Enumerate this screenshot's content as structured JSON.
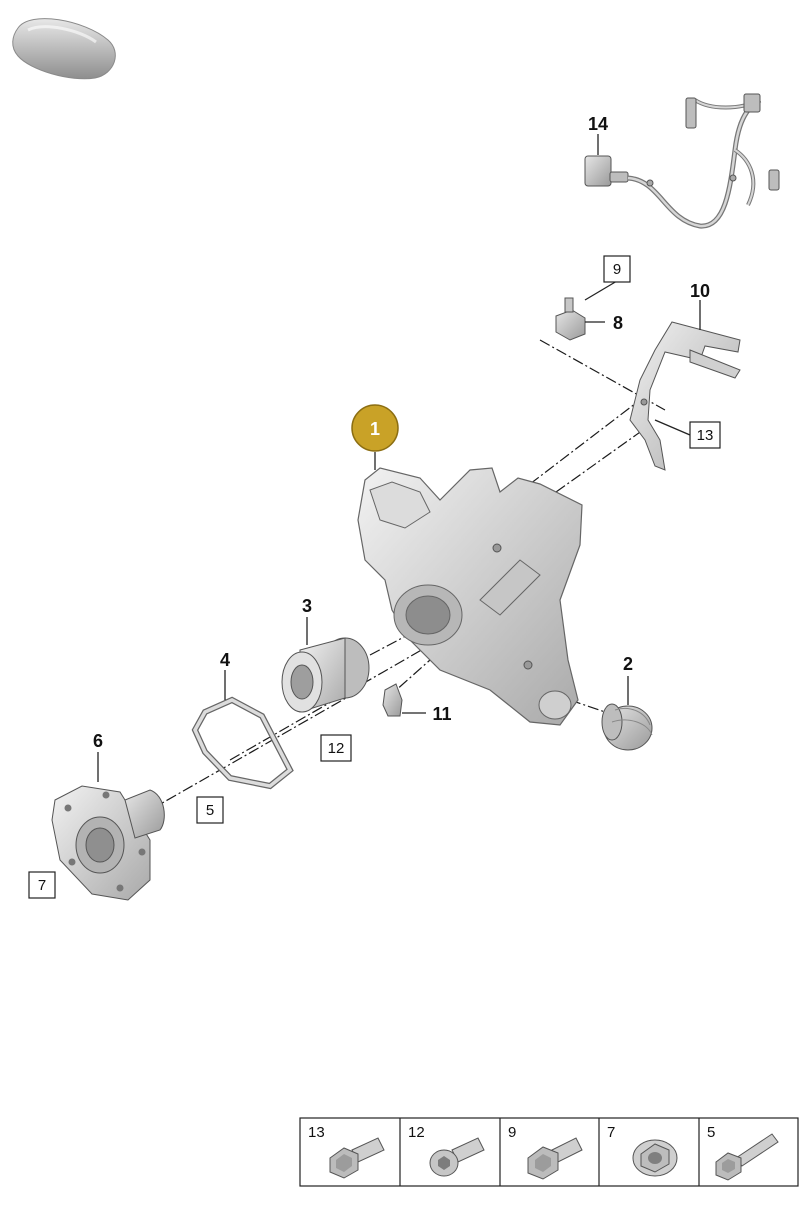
{
  "callouts": {
    "c1": "1",
    "c2": "2",
    "c3": "3",
    "c4": "4",
    "c5": "5",
    "c6": "6",
    "c7": "7",
    "c8": "8",
    "c9": "9",
    "c10": "10",
    "c11": "11",
    "c12": "12",
    "c13": "13",
    "c14": "14"
  },
  "hardware_strip": [
    {
      "number": "13",
      "icon": "hex-flange-bolt-icon"
    },
    {
      "number": "12",
      "icon": "socket-head-bolt-icon"
    },
    {
      "number": "9",
      "icon": "hex-flange-bolt-icon"
    },
    {
      "number": "7",
      "icon": "flange-nut-icon"
    },
    {
      "number": "5",
      "icon": "long-hex-bolt-icon"
    }
  ],
  "colors": {
    "highlight_callout": "#c9a227",
    "part_gray": "#cfcfcf",
    "line": "#222222"
  }
}
